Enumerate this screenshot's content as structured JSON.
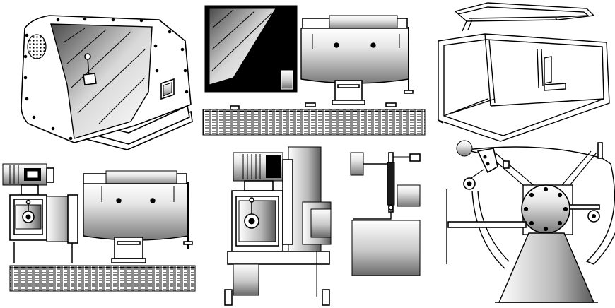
{
  "drawing": {
    "views": [
      {
        "id": "iso-housing",
        "label": ""
      },
      {
        "id": "front-machine",
        "label": ""
      },
      {
        "id": "iso-frame",
        "label": ""
      },
      {
        "id": "side-machine",
        "label": ""
      },
      {
        "id": "end-view",
        "label": ""
      },
      {
        "id": "lever-detail",
        "label": ""
      },
      {
        "id": "drum-view",
        "label": ""
      }
    ]
  }
}
